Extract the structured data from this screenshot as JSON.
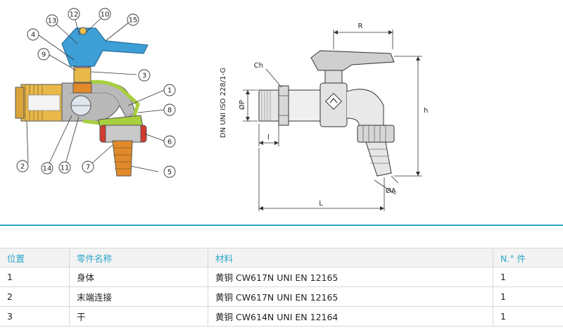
{
  "drawing": {
    "callouts": [
      "1",
      "2",
      "3",
      "4",
      "5",
      "6",
      "7",
      "8",
      "9",
      "10",
      "11",
      "12",
      "13",
      "14",
      "15"
    ],
    "dims": {
      "R": "R",
      "Ch": "Ch",
      "P": "ØP",
      "h": "h",
      "l": "l",
      "A": "ØA",
      "L": "L",
      "standard": "DN UNI ISO 228/1-G"
    }
  },
  "table": {
    "headers": [
      "位置",
      "零件名称",
      "材料",
      "N.° 件"
    ],
    "rows": [
      [
        "1",
        "身体",
        "黄铜 CW617N UNI EN 12165",
        "1"
      ],
      [
        "2",
        "末端连接",
        "黄铜 CW617N UNI EN 12165",
        "1"
      ],
      [
        "3",
        "干",
        "黄铜 CW614N UNI EN 12164",
        "1"
      ]
    ]
  },
  "colors": {
    "accent": "#2aa7c9",
    "handle_blue": "#3d9fd6",
    "brass": "#e8b84a",
    "green": "#a7cf3e",
    "red": "#d43a2f",
    "gray_body": "#b9b9b9"
  }
}
